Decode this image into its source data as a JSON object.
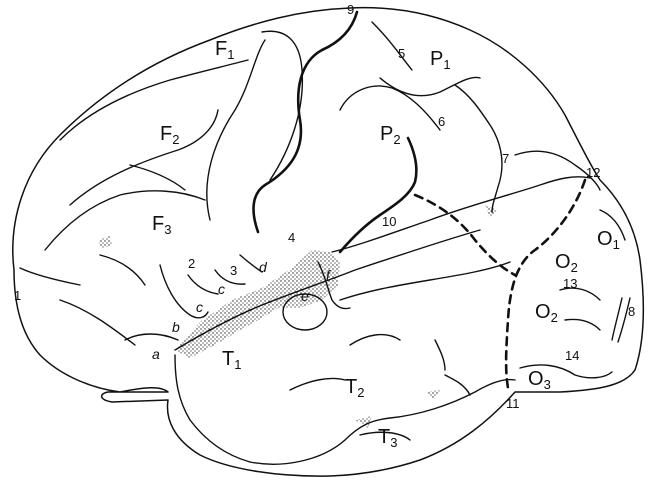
{
  "regions": {
    "F1": {
      "main": "F",
      "sub": "1"
    },
    "F2": {
      "main": "F",
      "sub": "2"
    },
    "F3": {
      "main": "F",
      "sub": "3"
    },
    "P1": {
      "main": "P",
      "sub": "1"
    },
    "P2": {
      "main": "P",
      "sub": "2"
    },
    "T1": {
      "main": "T",
      "sub": "1"
    },
    "T2": {
      "main": "T",
      "sub": "2"
    },
    "T3": {
      "main": "T",
      "sub": "3"
    },
    "O1": {
      "main": "O",
      "sub": "1"
    },
    "O2a": {
      "main": "O",
      "sub": "2"
    },
    "O2b": {
      "main": "O",
      "sub": "2"
    },
    "O3": {
      "main": "O",
      "sub": "3"
    }
  },
  "numbers": {
    "n1": "1",
    "n2": "2",
    "n3": "3",
    "n4": "4",
    "n5": "5",
    "n6": "6",
    "n7": "7",
    "n8": "8",
    "n9": "9",
    "n10": "10",
    "n11": "11",
    "n12": "12",
    "n13": "13",
    "n14": "14"
  },
  "letters": {
    "a": "a",
    "b": "b",
    "c1": "c",
    "c2": "c",
    "d": "d",
    "e": "e",
    "f": "f"
  }
}
